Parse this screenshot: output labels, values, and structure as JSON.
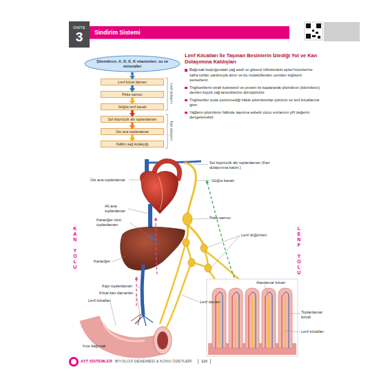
{
  "diagram": {
    "title": "Lenf Kılcalları İle Taşınan Besinlerin İzlediği Yol ve Kan Dolaşımına Katılışları",
    "nodes": [
      {
        "text": [
          "ÜNİTE",
          "3"
        ]
      },
      {
        "text": [
          "Sindirim Sistemi"
        ]
      },
      {
        "text": [
          "Şilomikron, A, D, E, K vitaminleri, su ve mineraller"
        ]
      },
      {
        "text": [
          "Lenf kılcal damarı"
        ]
      },
      {
        "text": [
          "Peke sarnıcı"
        ]
      },
      {
        "text": [
          "Göğüs lenf kanalı"
        ]
      },
      {
        "text": [
          "Sol köprücük altı toplardamarı"
        ]
      },
      {
        "text": [
          "Üst ana toplardamar"
        ]
      },
      {
        "text": [
          "Kalbin sağ kulakçığı"
        ]
      }
    ],
    "edges": [
      {
        "from": 2,
        "to": 3,
        "arrow": "to"
      },
      {
        "from": 3,
        "to": 4,
        "arrow": "to"
      },
      {
        "from": 4,
        "to": 5,
        "arrow": "to"
      },
      {
        "from": 5,
        "to": 6,
        "arrow": "to"
      },
      {
        "from": 6,
        "to": 7,
        "arrow": "to"
      },
      {
        "from": 7,
        "to": 8,
        "arrow": "to"
      }
    ],
    "labels": [
      "Lenf dolaşımı",
      "Kan dolaşımı",
      "Bağırsak boşluğundaki yağ asidi ve gliserol villüslerdeki epitel hücrelerine safra tuzları yardımıyla alınır ve bu moleküllerden yeniden trigliserit sentezlenir.",
      "Trigliseritlerin etrafı kolesterol ve protein ile kaplanarak şilomikron (kilomikron) denilen küçük yağ taneciklerine dönüştürülür.",
      "Trigliseritler suda çözünmediği hâlde şilomikronlar çözünür ve lenf kılcallarına girer.",
      "Yağların şilomikron hâlinde taşınma sebebi vücut sıvılarının pH değerini dengelemektir.",
      "Sol köprücük altı toplardamarı (Kan dolaşımına katılır.)",
      "Göğüs kanalı",
      "Üst ana toplardamar",
      "Alt ana toplardamar",
      "Karaciğer üstü toplardamarı",
      "Peke sarnıcı",
      "Lenf düğümleri",
      "Karaciğer",
      "Kapı toplardamarı",
      "Kılcal kan damarları",
      "Lenf kılcalları",
      "Lenf damarı",
      "Atardamar kılcalı",
      "Toplardamar kılcalı",
      "Lenf kılcalları",
      "İnce bağırsak",
      "KAN YOLU",
      "LENF YOLU",
      "AYT SİSTEMLER",
      "BİYOLOJİ DENEMESİ & KONU ÖZETLERİ",
      "116"
    ]
  }
}
